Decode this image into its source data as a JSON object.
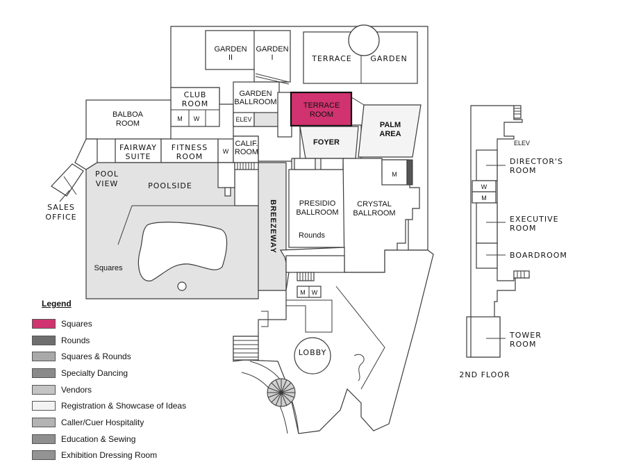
{
  "rooms": {
    "garden_ii": [
      "GARDEN",
      "II"
    ],
    "garden_i": [
      "GARDEN",
      "I"
    ],
    "terrace": "TERRACE",
    "garden": "GARDEN",
    "club_room": [
      "CLUB",
      "ROOM"
    ],
    "garden_ballroom": [
      "GARDEN",
      "BALLROOM"
    ],
    "terrace_room": [
      "TERRACE",
      "ROOM"
    ],
    "palm_area": [
      "PALM",
      "AREA"
    ],
    "balboa_room": [
      "BALBOA",
      "ROOM"
    ],
    "elev": "ELEV",
    "foyer": "FOYER",
    "fairway_suite": [
      "FAIRWAY",
      "SUITE"
    ],
    "fitness_room": [
      "FITNESS",
      "ROOM"
    ],
    "calif_room": [
      "CALIF.",
      "ROOM"
    ],
    "pool_view": [
      "POOL",
      "VIEW"
    ],
    "poolside": "POOLSIDE",
    "sales_office": [
      "SALES",
      "OFFICE"
    ],
    "breezeway": "BREEZEWAY",
    "presidio_ballroom": [
      "PRESIDIO",
      "BALLROOM"
    ],
    "crystal_ballroom": [
      "CRYSTAL",
      "BALLROOM"
    ],
    "lobby": "LOBBY",
    "restroom_m": "M",
    "restroom_w": "W",
    "directors_room": [
      "DIRECTOR'S",
      "ROOM"
    ],
    "executive_room": [
      "EXECUTIVE",
      "ROOM"
    ],
    "boardroom": "BOARDROOM",
    "tower_room": [
      "TOWER",
      "ROOM"
    ],
    "second_floor": "2ND FLOOR"
  },
  "assignments": {
    "poolside_pool": "Squares",
    "presidio": "Rounds"
  },
  "legend": {
    "title": "Legend",
    "items": [
      {
        "label": "Squares",
        "color": "#d0336f"
      },
      {
        "label": "Rounds",
        "color": "#6e6e6e"
      },
      {
        "label": "Squares & Rounds",
        "color": "#a9a9a9"
      },
      {
        "label": "Specialty Dancing",
        "color": "#8a8a8a"
      },
      {
        "label": "Vendors",
        "color": "#c4c4c4"
      },
      {
        "label": "Registration & Showcase of Ideas",
        "color": "#f3f3f3"
      },
      {
        "label": "Caller/Cuer Hospitality",
        "color": "#b3b3b3"
      },
      {
        "label": "Education & Sewing",
        "color": "#8f8f8f"
      },
      {
        "label": "Exhibition Dressing Room",
        "color": "#939393"
      }
    ]
  },
  "highlight_color": "#d0336f"
}
